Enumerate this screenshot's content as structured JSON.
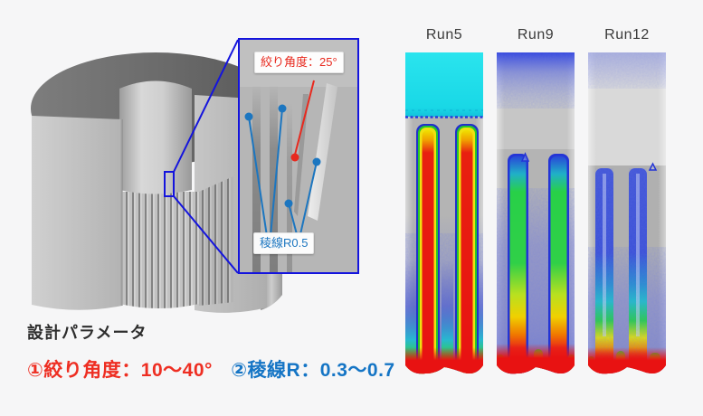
{
  "figure": {
    "bg_color": "#f6f6f7",
    "description_colors": {
      "callout_box_border": "#1414dd",
      "angle_annotation_red": "#e8291e",
      "ridge_annotation_blue": "#1c76c0"
    }
  },
  "model": {
    "detail_callout": {
      "angle_label": "絞り角度：25°",
      "ridge_label": "稜線R0.5"
    }
  },
  "parameters": {
    "title": "設計パラメータ",
    "items": [
      {
        "label": "①絞り角度：10〜40°",
        "color": "#ee2e22"
      },
      {
        "label": "②稜線R：0.3〜0.7",
        "color": "#1575c5"
      }
    ]
  },
  "runs": [
    {
      "label": "Run5"
    },
    {
      "label": "Run9"
    },
    {
      "label": "Run12"
    }
  ]
}
